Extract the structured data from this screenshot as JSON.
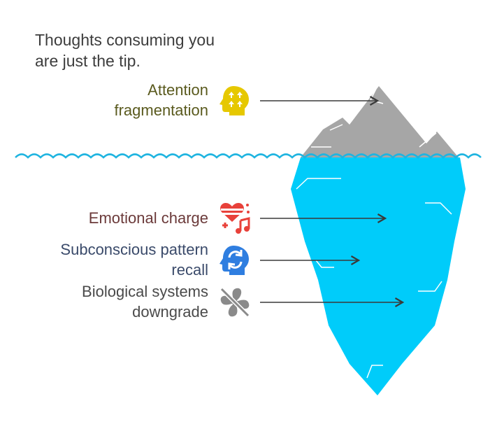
{
  "title": {
    "line1": "Thoughts consuming you",
    "line2": "are just the tip."
  },
  "items": [
    {
      "line1": "Attention",
      "line2": "fragmentation",
      "icon": "head-with-arrows-icon",
      "icon_color": "#e6c800",
      "text_color": "#5a5a1e"
    },
    {
      "line1": "Emotional charge",
      "line2": "",
      "icon": "heart-music-icon",
      "icon_color": "#e8413a",
      "text_color": "#6b3a3a"
    },
    {
      "line1": "Subconscious pattern",
      "line2": "recall",
      "icon": "head-cycle-icon",
      "icon_color": "#2f7ee0",
      "text_color": "#3a4a6a"
    },
    {
      "line1": "Biological systems",
      "line2": "downgrade",
      "icon": "fan-off-icon",
      "icon_color": "#8a8a8a",
      "text_color": "#4a4a4a"
    }
  ],
  "colors": {
    "water": "#00ccfa",
    "tip": "#a6a6a6",
    "wave": "#1fb4e0",
    "arrow": "#3a3a3a"
  }
}
